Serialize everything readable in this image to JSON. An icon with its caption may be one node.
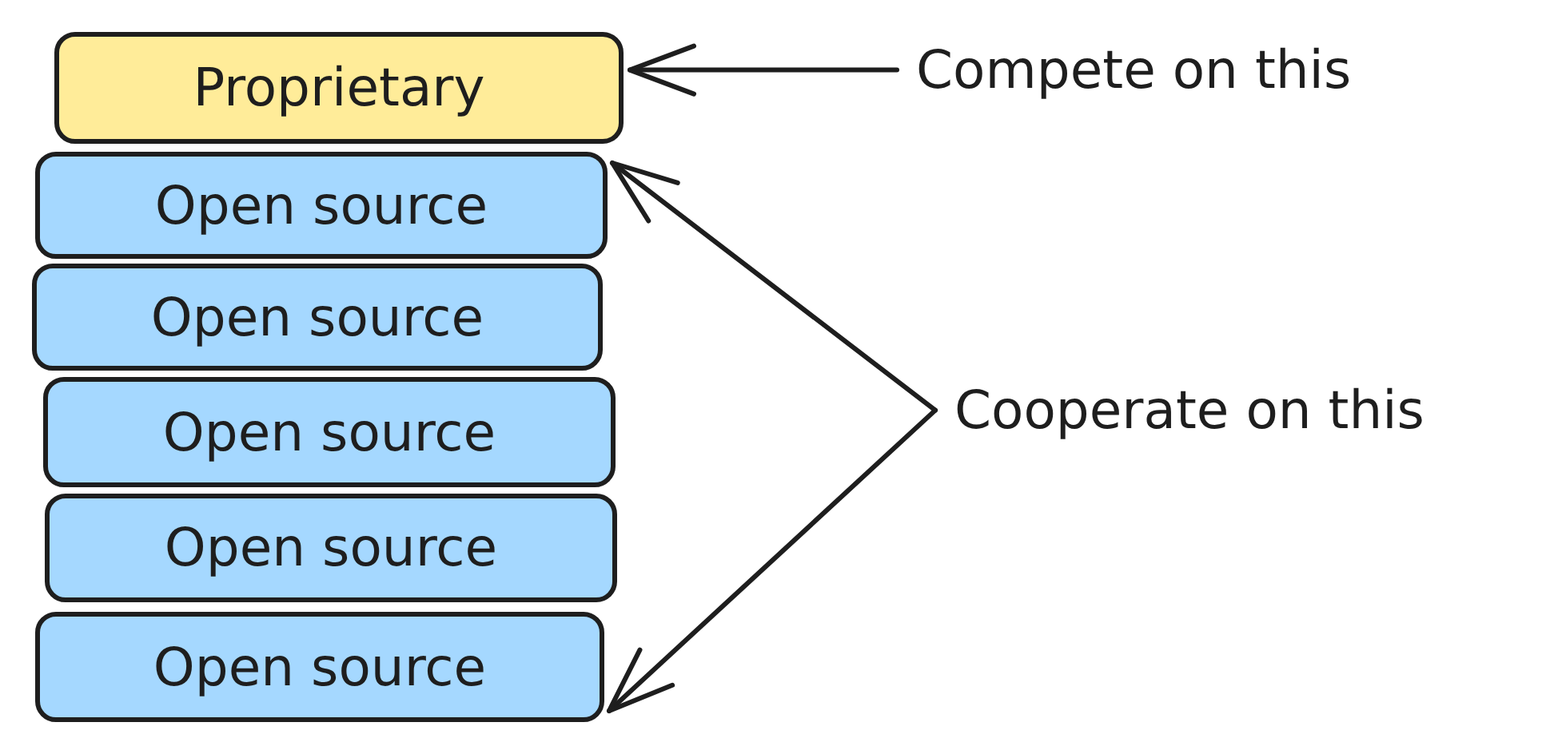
{
  "diagram": {
    "nodes": [
      {
        "text": [
          "Proprietary"
        ]
      },
      {
        "text": [
          "Open source"
        ]
      },
      {
        "text": [
          "Open source"
        ]
      },
      {
        "text": [
          "Open source"
        ]
      },
      {
        "text": [
          "Open source"
        ]
      },
      {
        "text": [
          "Open source"
        ]
      },
      {
        "text": [
          "Compete on this"
        ]
      },
      {
        "text": [
          "Cooperate on this"
        ]
      }
    ],
    "edges": [
      {
        "from": 6,
        "to": 0,
        "arrow": "to"
      },
      {
        "from": 7,
        "to": 1,
        "arrow": "to"
      },
      {
        "from": 7,
        "to": 5,
        "arrow": "to"
      }
    ]
  }
}
